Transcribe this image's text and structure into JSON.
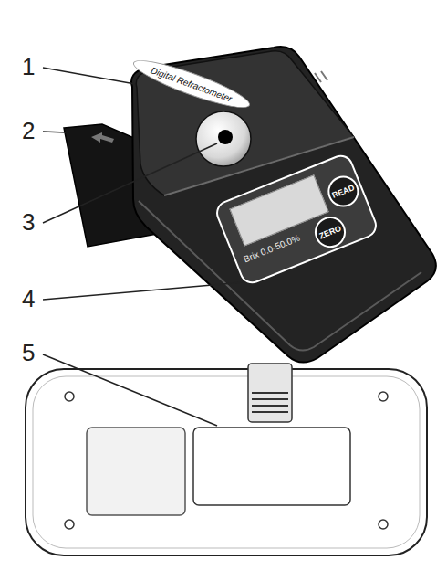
{
  "diagram": {
    "nodes": [
      {
        "text": [
          "Digital Refractometer"
        ]
      },
      {
        "text": [
          "Brix 0.0-50.0%"
        ]
      },
      {
        "text": [
          "ZERO"
        ],
        "in": 1
      },
      {
        "text": [
          "READ"
        ],
        "in": 1
      }
    ],
    "labels": [
      "1",
      "2",
      "3",
      "4",
      "5"
    ]
  }
}
